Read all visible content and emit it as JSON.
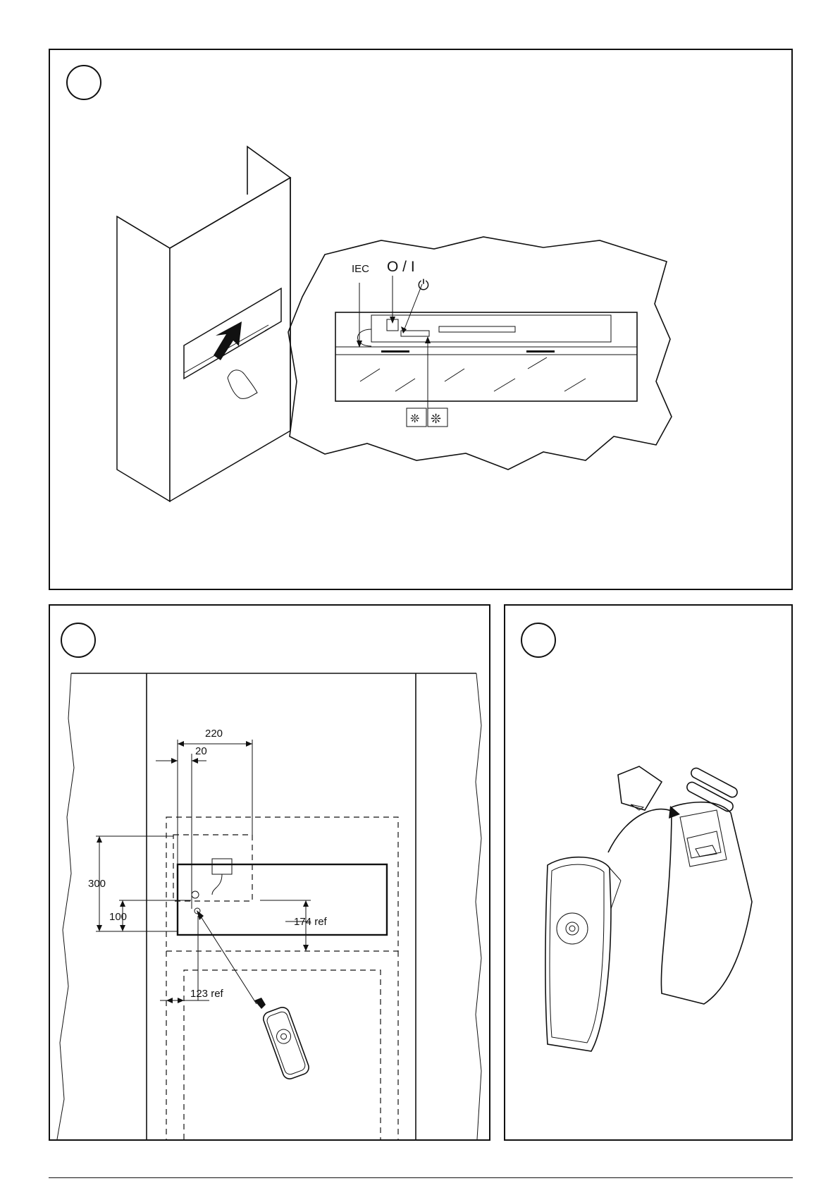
{
  "panels": {
    "top": {
      "labels": {
        "iec": "IEC",
        "switch": "O / I",
        "power_symbol": "⏻"
      },
      "fan_icons": [
        "❊",
        "❊"
      ]
    },
    "bottom_left": {
      "dims": {
        "width_220": "220",
        "offset_20": "20",
        "height_300": "300",
        "height_100": "100",
        "ref_174": "174 ref",
        "ref_123": "123 ref"
      }
    },
    "bottom_right": {}
  }
}
